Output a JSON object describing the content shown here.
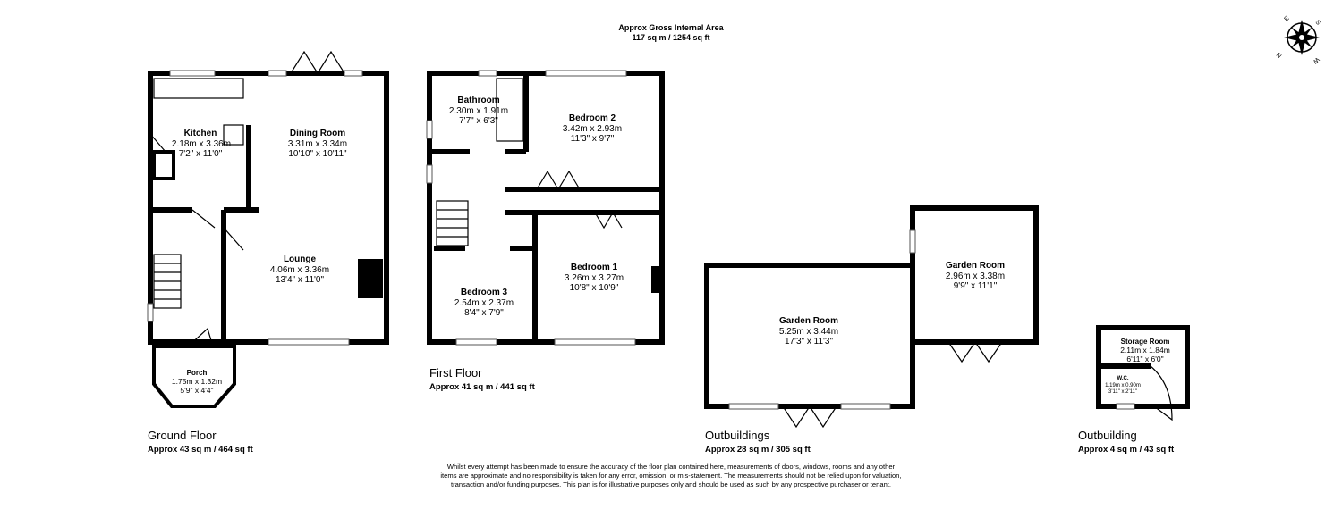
{
  "header": {
    "line1": "Approx Gross Internal Area",
    "line2": "117 sq m / 1254 sq ft"
  },
  "compass": {
    "icon": "compass-rose-icon",
    "letters": [
      "S",
      "W",
      "N",
      "E"
    ]
  },
  "floors": {
    "ground": {
      "name": "Ground Floor",
      "area": "Approx 43 sq m / 464 sq ft",
      "rooms": {
        "kitchen": {
          "name": "Kitchen",
          "metric": "2.18m x 3.36m",
          "imperial": "7'2\" x 11'0\""
        },
        "dining": {
          "name": "Dining Room",
          "metric": "3.31m x 3.34m",
          "imperial": "10'10\" x 10'11\""
        },
        "lounge": {
          "name": "Lounge",
          "metric": "4.06m x 3.36m",
          "imperial": "13'4\" x 11'0\""
        },
        "porch": {
          "name": "Porch",
          "metric": "1.75m x 1.32m",
          "imperial": "5'9\" x 4'4\""
        }
      }
    },
    "first": {
      "name": "First Floor",
      "area": "Approx 41 sq m / 441 sq ft",
      "rooms": {
        "bathroom": {
          "name": "Bathroom",
          "metric": "2.30m x 1.91m",
          "imperial": "7'7\" x 6'3\""
        },
        "bedroom2": {
          "name": "Bedroom 2",
          "metric": "3.42m x 2.93m",
          "imperial": "11'3\" x 9'7\""
        },
        "bedroom1": {
          "name": "Bedroom 1",
          "metric": "3.26m x 3.27m",
          "imperial": "10'8\" x 10'9\""
        },
        "bedroom3": {
          "name": "Bedroom 3",
          "metric": "2.54m x 2.37m",
          "imperial": "8'4\" x 7'9\""
        }
      }
    },
    "outbuildings": {
      "name": "Outbuildings",
      "area": "Approx 28 sq m / 305 sq ft",
      "rooms": {
        "garden1": {
          "name": "Garden Room",
          "metric": "5.25m x 3.44m",
          "imperial": "17'3\" x 11'3\""
        },
        "garden2": {
          "name": "Garden Room",
          "metric": "2.96m x 3.38m",
          "imperial": "9'9\" x 11'1\""
        }
      }
    },
    "outbuilding": {
      "name": "Outbuilding",
      "area": "Approx 4 sq m / 43 sq ft",
      "rooms": {
        "storage": {
          "name": "Storage Room",
          "metric": "2.11m x 1.84m",
          "imperial": "6'11\" x 6'0\""
        },
        "wc": {
          "name": "W.C.",
          "metric": "1.19m x 0.90m",
          "imperial": "3'11\" x 2'11\""
        }
      }
    }
  },
  "disclaimer": "Whilst every attempt has been made to ensure the accuracy of the floor plan contained here, measurements of doors, windows, rooms and any other items are approximate and no responsibility is taken for any error, omission, or mis-statement. The measurements should not be relied upon for valuation, transaction and/or funding purposes. This plan is for illustrative purposes only and should be used as such by any prospective purchaser or tenant."
}
